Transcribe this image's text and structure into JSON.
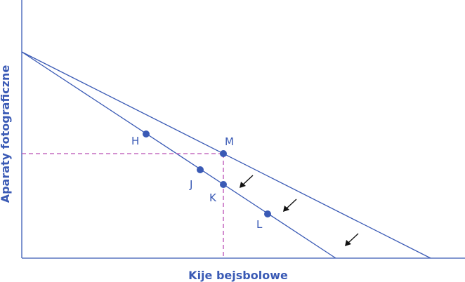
{
  "diagram": {
    "x_axis_label": "Kije bejsbolowe",
    "y_axis_label": "Aparaty fotograficzne",
    "points": [
      {
        "id": "H",
        "label": "H"
      },
      {
        "id": "M",
        "label": "M"
      },
      {
        "id": "J",
        "label": "J"
      },
      {
        "id": "K",
        "label": "K"
      },
      {
        "id": "L",
        "label": "L"
      }
    ],
    "arrows_count": 3,
    "colors": {
      "line": "#3a5ab5",
      "point": "#3a5ab5",
      "label": "#3a5ab5",
      "dashed_guide": "#b94fb5",
      "arrow": "#111111",
      "axis_text": "#3a5ab5"
    }
  }
}
